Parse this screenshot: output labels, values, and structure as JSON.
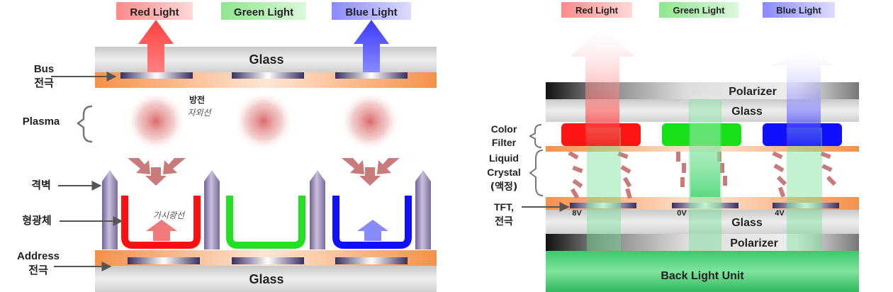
{
  "pdp": {
    "lights": {
      "red": "Red Light",
      "green": "Green Light",
      "blue": "Blue Light"
    },
    "glass_top": "Glass",
    "glass_bottom": "Glass",
    "labels": {
      "bus_1": "Bus",
      "bus_2": "전극",
      "plasma": "Plasma",
      "barrier": "격벽",
      "phosphor": "형광체",
      "address_1": "Address",
      "address_2": "전극"
    },
    "annotations": {
      "discharge_1": "방전",
      "discharge_2": "자외선",
      "visible": "가시광선"
    }
  },
  "lcd": {
    "lights": {
      "red": "Red Light",
      "green": "Green Light",
      "blue": "Blue Light"
    },
    "polarizer_top": "Polarizer",
    "glass_top": "Glass",
    "glass_bottom": "Glass",
    "polarizer_bottom": "Polarizer",
    "backlight": "Back Light Unit",
    "labels": {
      "color_filter_1": "Color",
      "color_filter_2": "Filter",
      "lc_1": "Liquid",
      "lc_2": "Crystal",
      "lc_3": "(액정)",
      "tft_1": "TFT,",
      "tft_2": "전극"
    },
    "voltages": [
      "8V",
      "0V",
      "4V"
    ]
  },
  "colors": {
    "red": "#ff1a1a",
    "green": "#22e022",
    "blue": "#1a1aff",
    "orange": "#f59a5a",
    "glass": "#dcdcdc",
    "barrier": "#8a7aa8"
  }
}
